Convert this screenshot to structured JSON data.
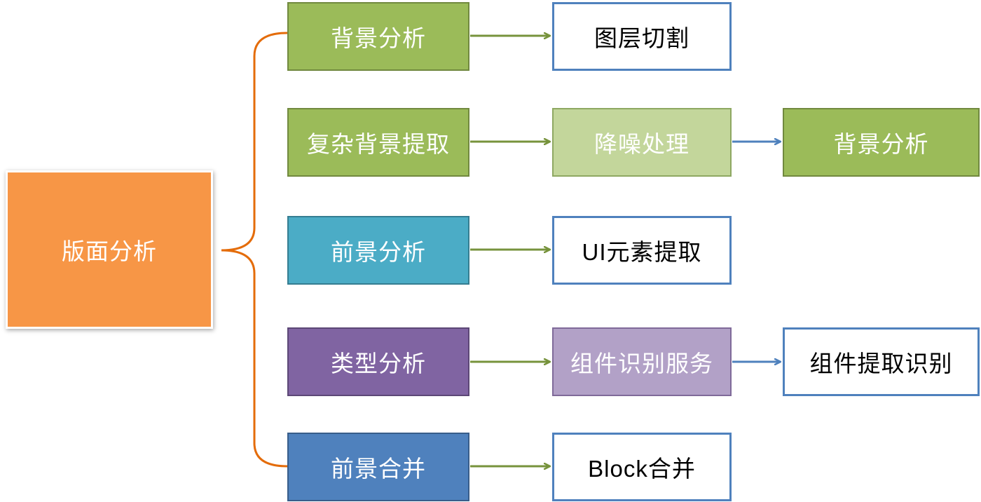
{
  "root": {
    "label": "版面分析"
  },
  "branches": [
    {
      "stage1": "背景分析",
      "stage2": "图层切割"
    },
    {
      "stage1": "复杂背景提取",
      "stage2": "降噪处理",
      "stage3": "背景分析"
    },
    {
      "stage1": "前景分析",
      "stage2": "UI元素提取"
    },
    {
      "stage1": "类型分析",
      "stage2": "组件识别服务",
      "stage3": "组件提取识别"
    },
    {
      "stage1": "前景合并",
      "stage2": "Block合并"
    }
  ],
  "colors": {
    "root_fill": "#f79646",
    "bracket": "#e46c0a",
    "green": "#9bbb59",
    "light_green": "#c3d69b",
    "teal": "#4bacc6",
    "purple": "#8064a2",
    "light_purple": "#b2a1c7",
    "blue": "#4f81bd",
    "arrow_green": "#77933c",
    "arrow_blue": "#4f81bd"
  }
}
